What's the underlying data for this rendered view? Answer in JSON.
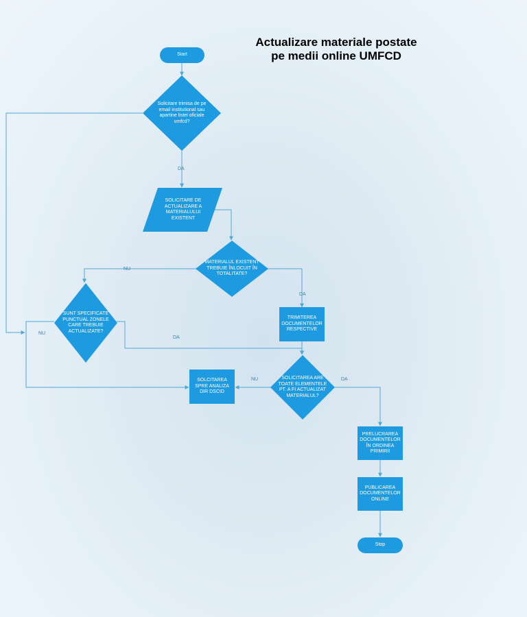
{
  "title": {
    "line1": "Actualizare materiale postate",
    "line2": "pe medii online UMFCD"
  },
  "colors": {
    "shape_fill": "#1e9ae0",
    "connector": "#4fa8d6",
    "label_text": "#3d7fae",
    "node_text": "#ffffff"
  },
  "nodes": {
    "start": "Start",
    "decision_email": "Solicitare trimisa de pe email institutional sau apartine listei oficiale umfcd?",
    "input_request": "SOLICITARE DE ACTUALIZARE A MATERIALULUI EXISTENT",
    "decision_replace": "MATERIALUL EXISTENT TREBUIE ÎNLOCUIT ÎN TOTALITATE?",
    "decision_zones": "SUNT SPECIFICATE PUNCTUAL ZONELE CARE TREBUIE ACTUALIZATE?",
    "process_send_docs": "TRIMITEREA DOCUMENTELOR RESPECTIVE",
    "decision_complete": "SOLICITAREA ARE TOATE ELEMENTELE PT. A FI ACTUALIZAT MATERIALUL?",
    "process_analysis": "SOLCITAREA SPRE ANALIZA DIR DSCID",
    "process_processing": "PRELUCRAREA DOCUMENTELOR ÎN ORDINEA PRIMIRII",
    "process_publish": "PUBLICAREA DOCUMENTELOR ONLINE",
    "stop": "Stop"
  },
  "edge_labels": {
    "email_yes": "DA",
    "replace_no": "NU",
    "replace_yes": "DA",
    "zones_no": "NU",
    "zones_yes": "DA",
    "complete_no": "NU",
    "complete_yes": "DA"
  }
}
